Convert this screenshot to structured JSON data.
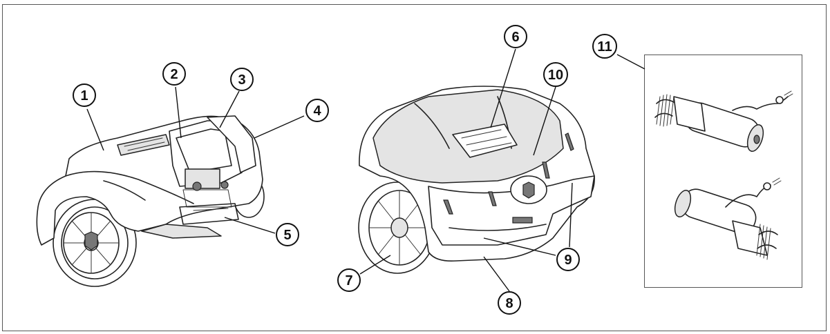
{
  "callouts": [
    {
      "id": "1",
      "label": "1"
    },
    {
      "id": "2",
      "label": "2"
    },
    {
      "id": "3",
      "label": "3"
    },
    {
      "id": "4",
      "label": "4"
    },
    {
      "id": "5",
      "label": "5"
    },
    {
      "id": "6",
      "label": "6"
    },
    {
      "id": "7",
      "label": "7"
    },
    {
      "id": "8",
      "label": "8"
    },
    {
      "id": "9",
      "label": "9"
    },
    {
      "id": "10",
      "label": "10"
    },
    {
      "id": "11",
      "label": "11"
    }
  ],
  "colors": {
    "line": "#222222",
    "shade": "#e4e4e4",
    "frame": "#555555"
  },
  "icons": [
    "robotic-mower-open-icon",
    "robotic-mower-closed-icon",
    "brush-accessory-icon"
  ]
}
